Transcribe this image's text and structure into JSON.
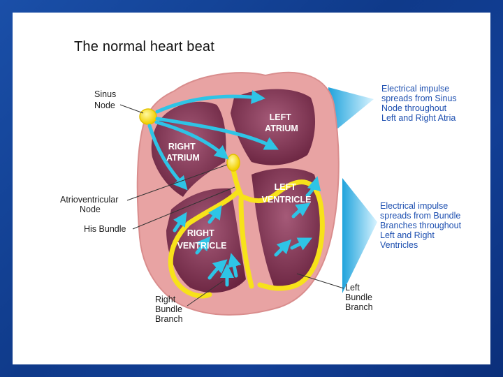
{
  "title": "The normal heart beat",
  "labels": {
    "sinus_node": [
      "Sinus",
      "Node"
    ],
    "av_node": [
      "Atrioventricular",
      "Node"
    ],
    "his_bundle": "His Bundle",
    "right_bundle_branch": [
      "Right",
      "Bundle",
      "Branch"
    ],
    "left_bundle_branch": [
      "Left",
      "Bundle",
      "Branch"
    ],
    "right_atrium": [
      "RIGHT",
      "ATRIUM"
    ],
    "left_atrium": [
      "LEFT",
      "ATRIUM"
    ],
    "left_ventricle": [
      "LEFT",
      "VENTRICLE"
    ],
    "right_ventricle": [
      "RIGHT",
      "VENTRICLE"
    ]
  },
  "notes": {
    "atria": [
      "Electrical impulse",
      "spreads from Sinus",
      "Node throughout",
      "Left and Right Atria"
    ],
    "ventricles": [
      "Electrical impulse",
      "spreads from Bundle",
      "Branches throughout",
      "Left and Right",
      "Ventricles"
    ]
  },
  "colors": {
    "heart_wall": "#e8a0a0",
    "chamber": "#7a2d4a",
    "conduction": "#f7e21a",
    "impulse_arrow": "#2ec4e6",
    "callout": "#3bb8e8"
  }
}
